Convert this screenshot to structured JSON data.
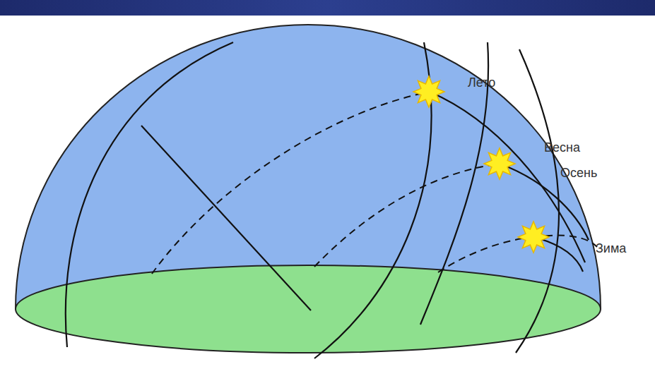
{
  "diagram": {
    "labels": [
      "Лето",
      "Весна",
      "Осень",
      "Зима"
    ]
  }
}
